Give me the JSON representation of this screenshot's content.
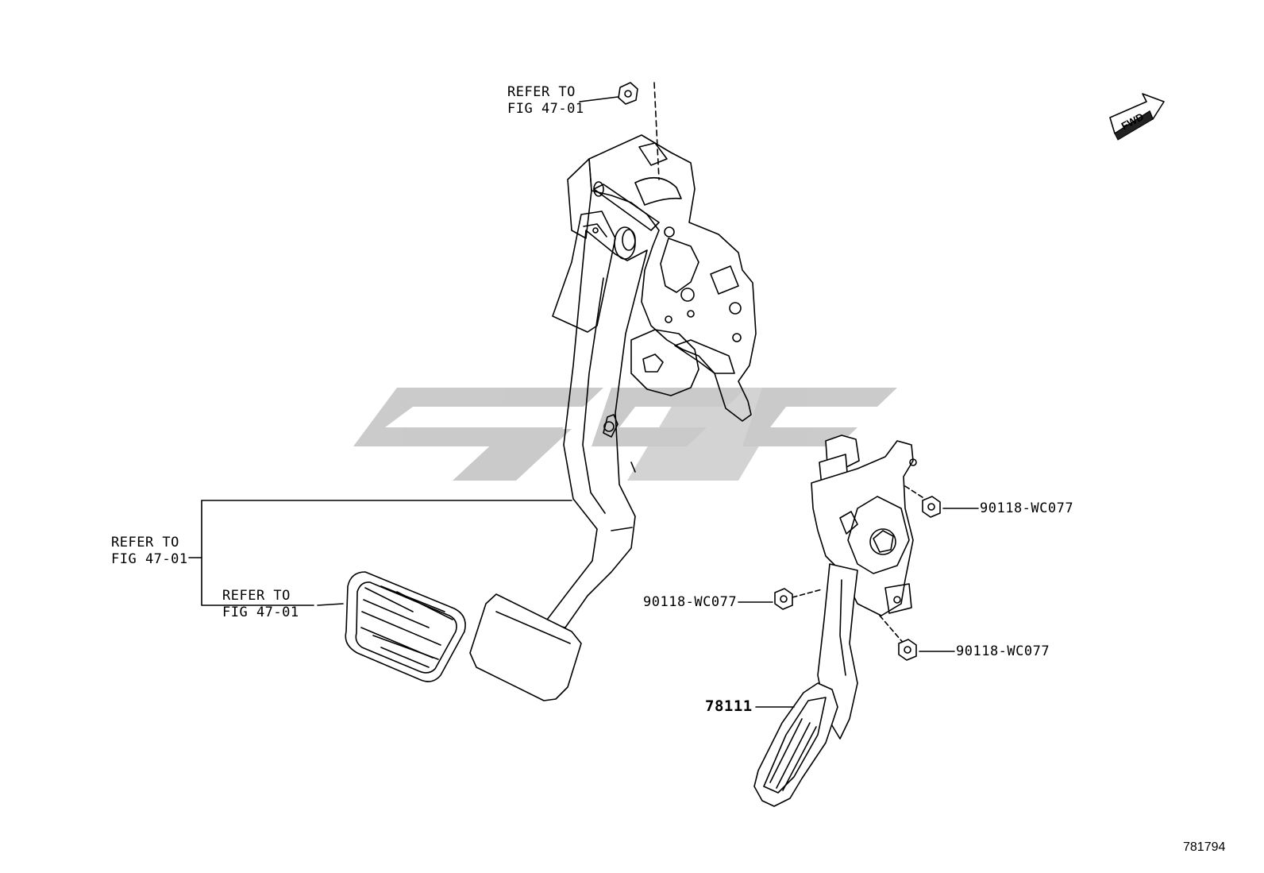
{
  "refs": {
    "top": {
      "line1": "REFER TO",
      "line2": "FIG 47-01"
    },
    "left": {
      "line1": "REFER TO",
      "line2": "FIG 47-01"
    },
    "pad": {
      "line1": "REFER TO",
      "line2": "FIG 47-01"
    }
  },
  "parts": {
    "nut_upper": "90118-WC077",
    "nut_middle": "90118-WC077",
    "nut_lower": "90118-WC077",
    "accel_pedal": "78111"
  },
  "fwd_label": "FWD",
  "doc_id": "781794",
  "watermark": {
    "color": "#c8c8c8"
  },
  "line_color": "#000000"
}
